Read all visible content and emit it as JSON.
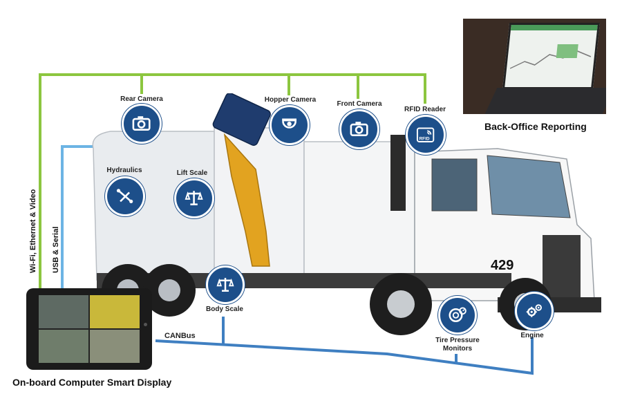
{
  "connections": {
    "wifi": "Wi-Fi, Ethernet & Video",
    "usb": "USB & Serial",
    "canbus": "CANBus"
  },
  "devices": {
    "rear_camera": "Rear Camera",
    "hopper_camera": "Hopper Camera",
    "front_camera": "Front Camera",
    "rfid_reader": "RFID Reader",
    "rfid_icon_text": "RFID",
    "hydraulics": "Hydraulics",
    "lift_scale": "Lift Scale",
    "body_scale": "Body Scale",
    "tire_pressure_line1": "Tire Pressure",
    "tire_pressure_line2": "Monitors",
    "engine": "Engine"
  },
  "captions": {
    "back_office": "Back-Office Reporting",
    "onboard": "On-board Computer Smart Display"
  },
  "truck": {
    "number": "429"
  },
  "colors": {
    "wifi_line": "#8cc63f",
    "usb_line": "#6cb4e4",
    "canbus_line": "#3f7fc1",
    "icon_fill": "#1d4f8a"
  },
  "icons": [
    "camera-icon",
    "dome-camera-icon",
    "rfid-icon",
    "hydraulics-icon",
    "scale-icon",
    "tire-gauge-icon",
    "gears-icon"
  ]
}
